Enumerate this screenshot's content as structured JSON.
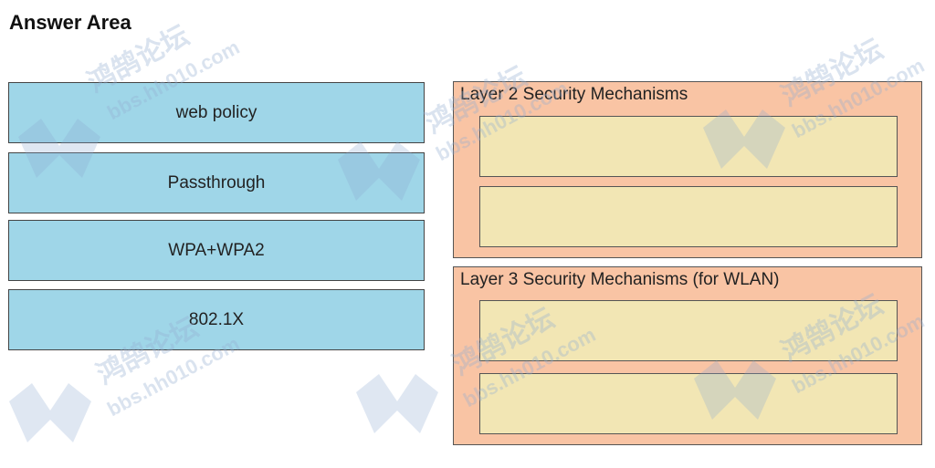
{
  "page": {
    "title": "Answer Area"
  },
  "options": [
    {
      "label": "web policy"
    },
    {
      "label": "Passthrough"
    },
    {
      "label": "WPA+WPA2"
    },
    {
      "label": "802.1X"
    }
  ],
  "targets": [
    {
      "label": "Layer 2 Security Mechanisms"
    },
    {
      "label": "Layer 3 Security Mechanisms (for WLAN)"
    }
  ],
  "watermark": {
    "text": "bbs.hh010.com",
    "glyph": "鸿鹄论坛"
  },
  "colors": {
    "option_fill": "#9fd6e8",
    "group_fill": "#f9c4a4",
    "slot_fill": "#f2e6b4"
  }
}
